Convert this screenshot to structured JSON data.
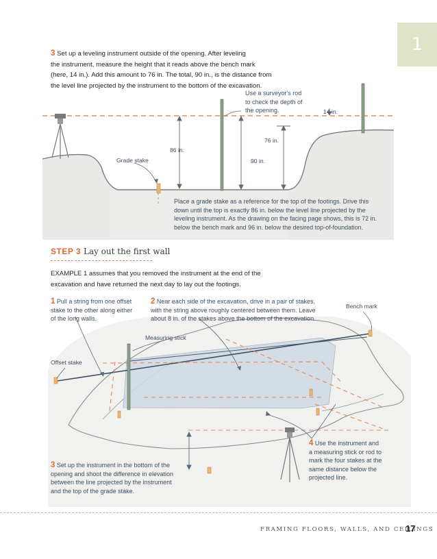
{
  "chapter_tab": "1",
  "top_para": {
    "num": "3",
    "lines": [
      "Set up a leveling instrument outside of the opening. After leveling",
      "the instrument, measure the height that it reads above the bench mark",
      "(here, 14 in.). Add this amount to 76 in. The total, 90 in., is the distance from",
      "the level line projected by the instrument to the bottom of the excavation."
    ]
  },
  "fig1": {
    "rod_caption": [
      "Use a surveyor's rod",
      "to check the depth of",
      "the opening."
    ],
    "label_14": "14 in.",
    "label_76": "76 in.",
    "label_86": "86 in.",
    "label_90": "90 in.",
    "grade_stake": "Grade stake",
    "stake_caption": [
      "Place a grade stake as a reference for the top of the footings. Drive this",
      "down until the top is exactly 86 in. below the level line projected by the",
      "leveling instrument. As the drawing on the facing page shows, this is 72 in.",
      "below the bench mark and 96 in. below the desired top-of-foundation."
    ]
  },
  "step": {
    "keyword": "STEP 3",
    "title": "Lay out the first wall"
  },
  "example_lines": [
    "EXAMPLE 1 assumes that you removed the instrument at the end of the",
    "excavation and have returned the next day to lay out the footings."
  ],
  "fig2": {
    "c1_num": "1",
    "c1": [
      "Pull a string from one offset",
      "stake to the other along either",
      "of the long walls."
    ],
    "c2_num": "2",
    "c2": [
      "Near each side of the excavation, drive in a pair of stakes,",
      "with the string above roughly centered between them. Leave",
      "about 8 in. of the stakes above the bottom of the excavation."
    ],
    "bench_mark": "Bench mark",
    "measuring_stick": "Measuring stick",
    "offset_stake": "Offset stake",
    "c3_num": "3",
    "c3": [
      "Set up the instrument in the bottom of the",
      "opening and shoot the difference in elevation",
      "between the line projected by the instrument",
      "and the top of the grade stake."
    ],
    "c4_num": "4",
    "c4": [
      "Use the instrument and",
      "a measuring stick or rod to",
      "mark the four stakes at the",
      "same distance below the",
      "projected line."
    ]
  },
  "footer": {
    "running_head": "FRAMING FLOORS, WALLS, AND CEILINGS",
    "page_number": "17"
  },
  "colors": {
    "accent": "#e06a2c",
    "caption_text": "#3b4f63",
    "tab_bg": "#dfe4c8",
    "footing_fill": "#cfd8e3"
  }
}
